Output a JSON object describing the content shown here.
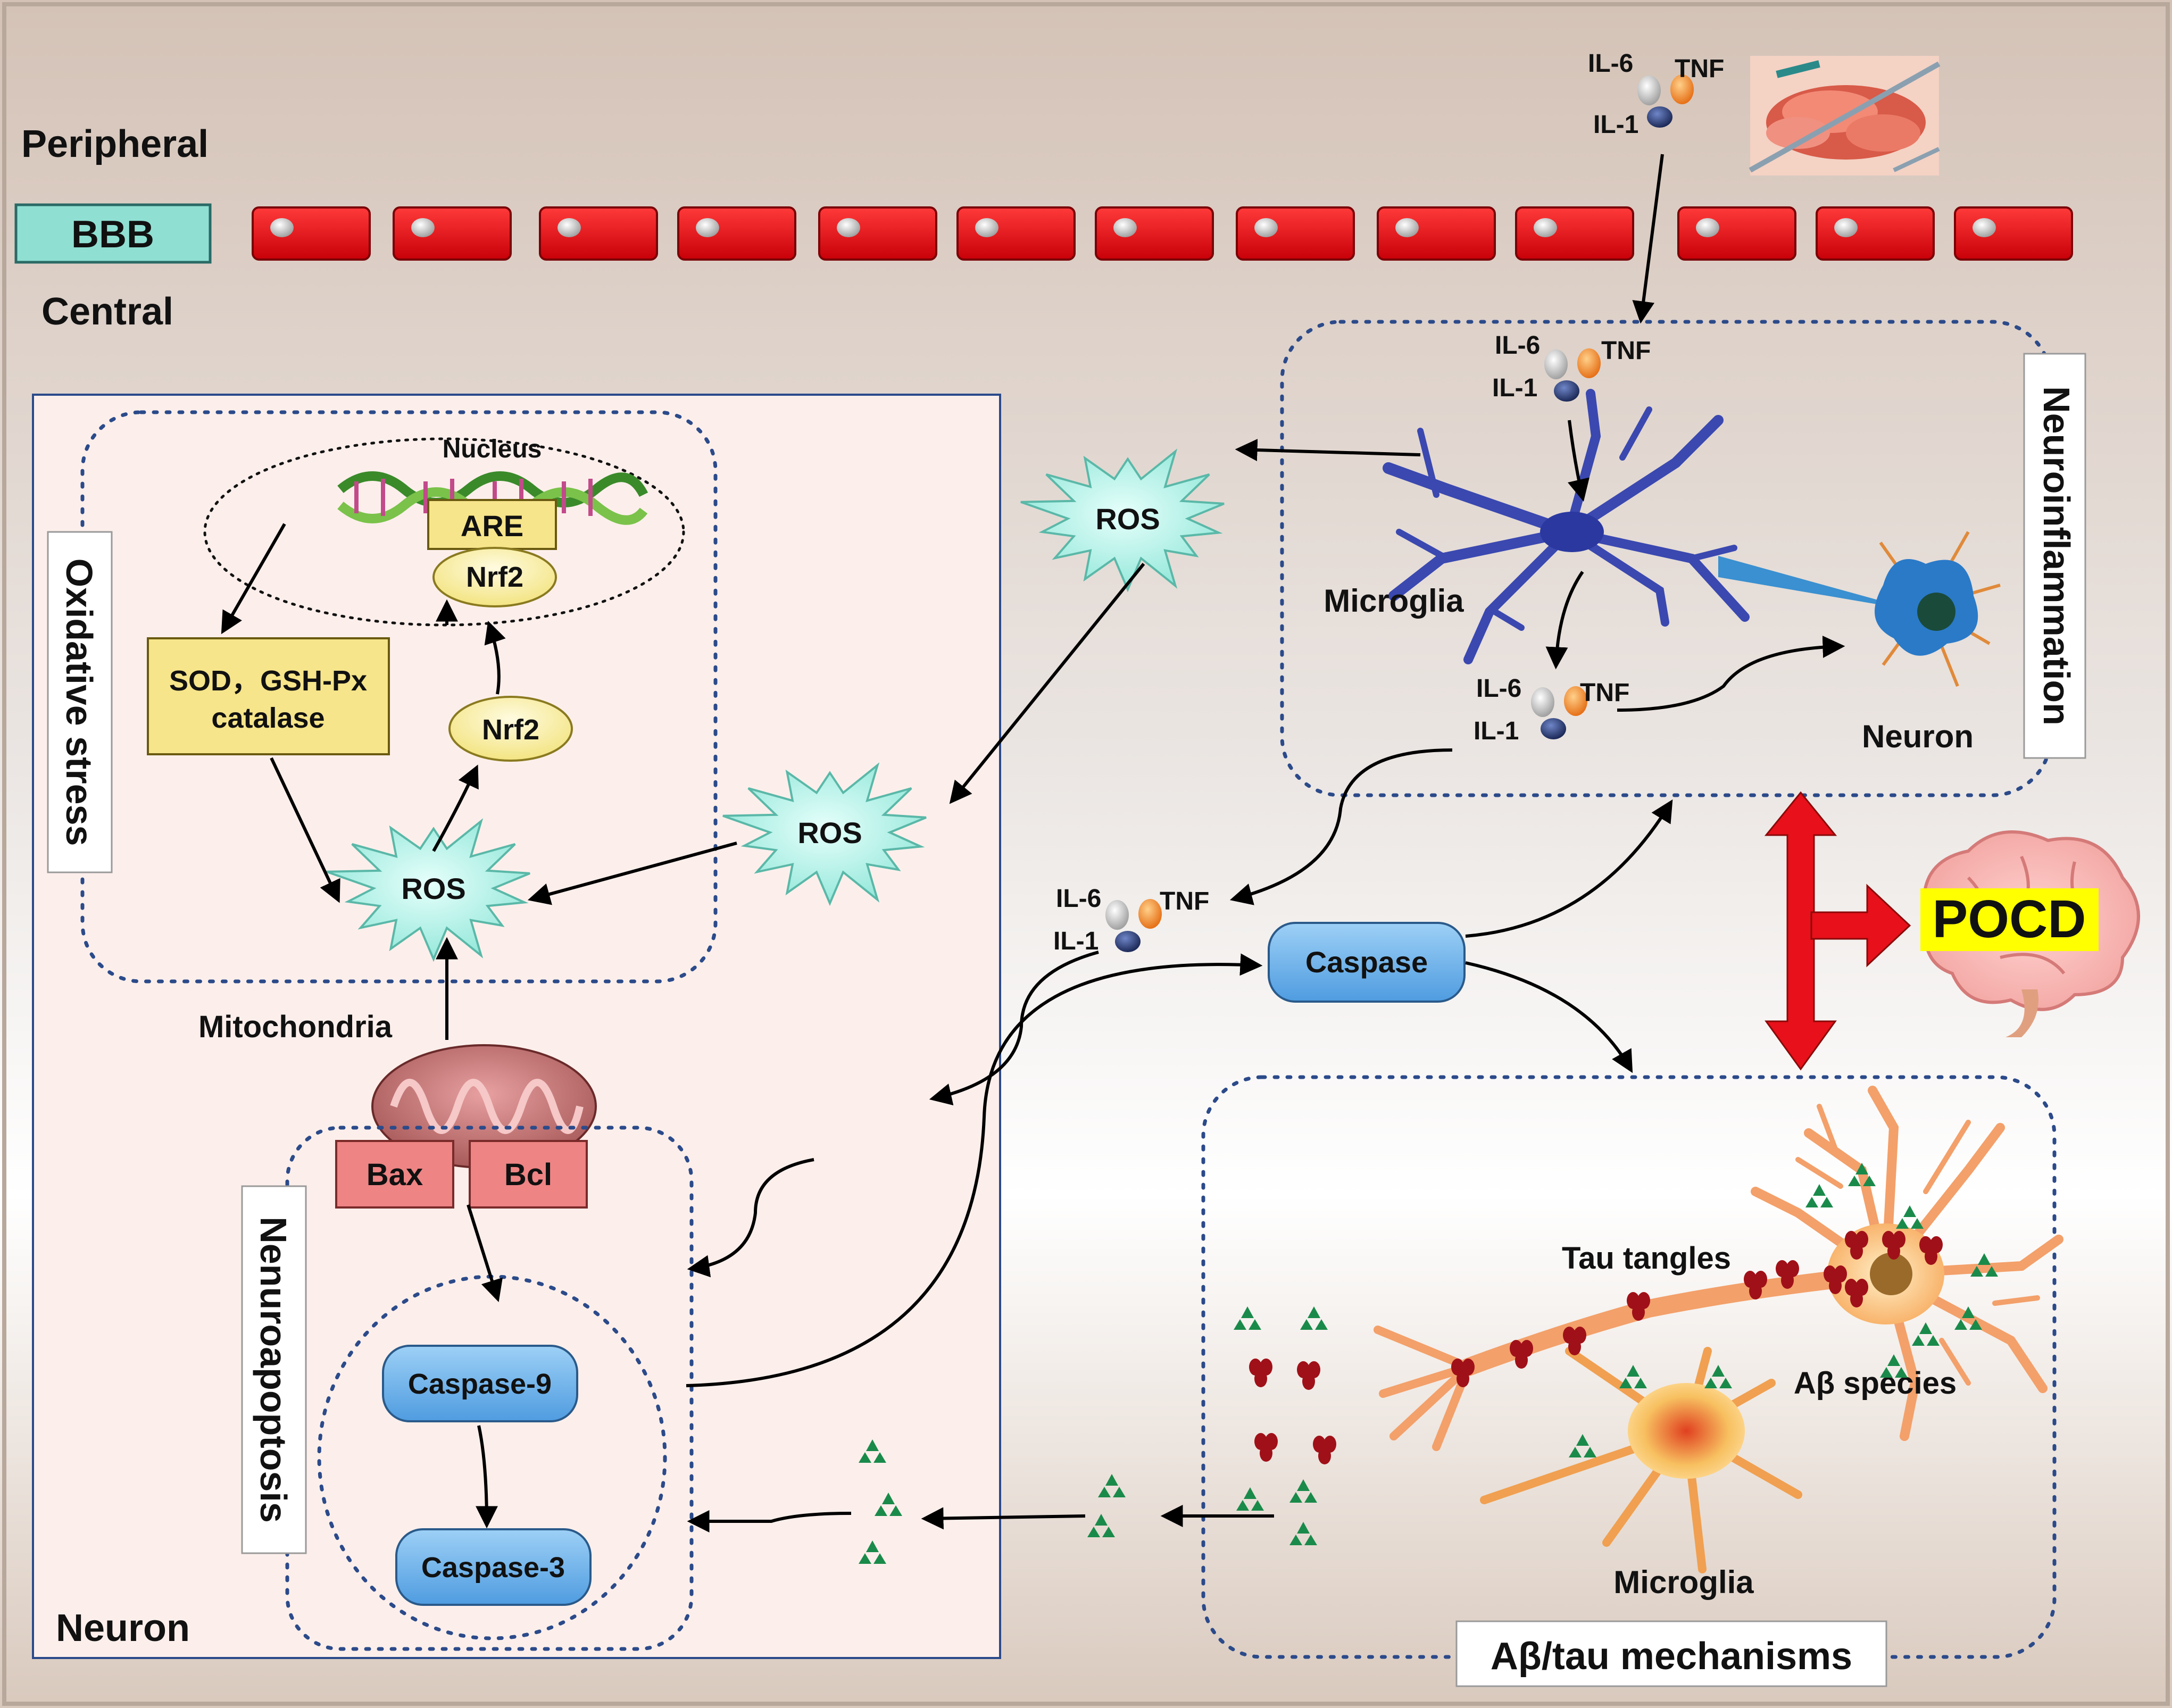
{
  "regions": {
    "peripheral": "Peripheral",
    "central": "Central",
    "bbb": "BBB",
    "neuron": "Neuron"
  },
  "cytokines": {
    "il6": "IL-6",
    "tnf": "TNF",
    "il1": "IL-1"
  },
  "oxidative": {
    "section": "Oxidative stress",
    "nucleus": "Nucleus",
    "are": "ARE",
    "nrf2": "Nrf2",
    "enzymes_line1": "SOD，GSH-Px",
    "enzymes_line2": "catalase",
    "ros": "ROS"
  },
  "mito": {
    "label": "Mitochondria",
    "bax": "Bax",
    "bcl": "Bcl"
  },
  "apoptosis": {
    "section": "Nenuroapoptosis",
    "casp9": "Caspase-9",
    "casp3": "Caspase-3"
  },
  "neuroinflammation": {
    "section": "Neuroinflammation",
    "microglia": "Microglia",
    "neuron": "Neuron"
  },
  "center": {
    "ros": "ROS",
    "caspase": "Caspase"
  },
  "pocd": "POCD",
  "abtau": {
    "section": "Aβ/tau mechanisms",
    "tau": "Tau tangles",
    "species": "Aβ species",
    "microglia": "Microglia"
  },
  "colors": {
    "background": "#e8ddd5",
    "bbb_cell": "#e8000e",
    "bbb_label_bg": "#8fe0d3",
    "ros_fill": "#a7eee2",
    "yellow_box": "#f6e58a",
    "caspase_fill": "#6fb4ec",
    "bax_fill": "#ee8484",
    "arrow_red": "#e8101a",
    "pocd_highlight": "#ffff00",
    "dotted_border": "#2b4a8a"
  }
}
